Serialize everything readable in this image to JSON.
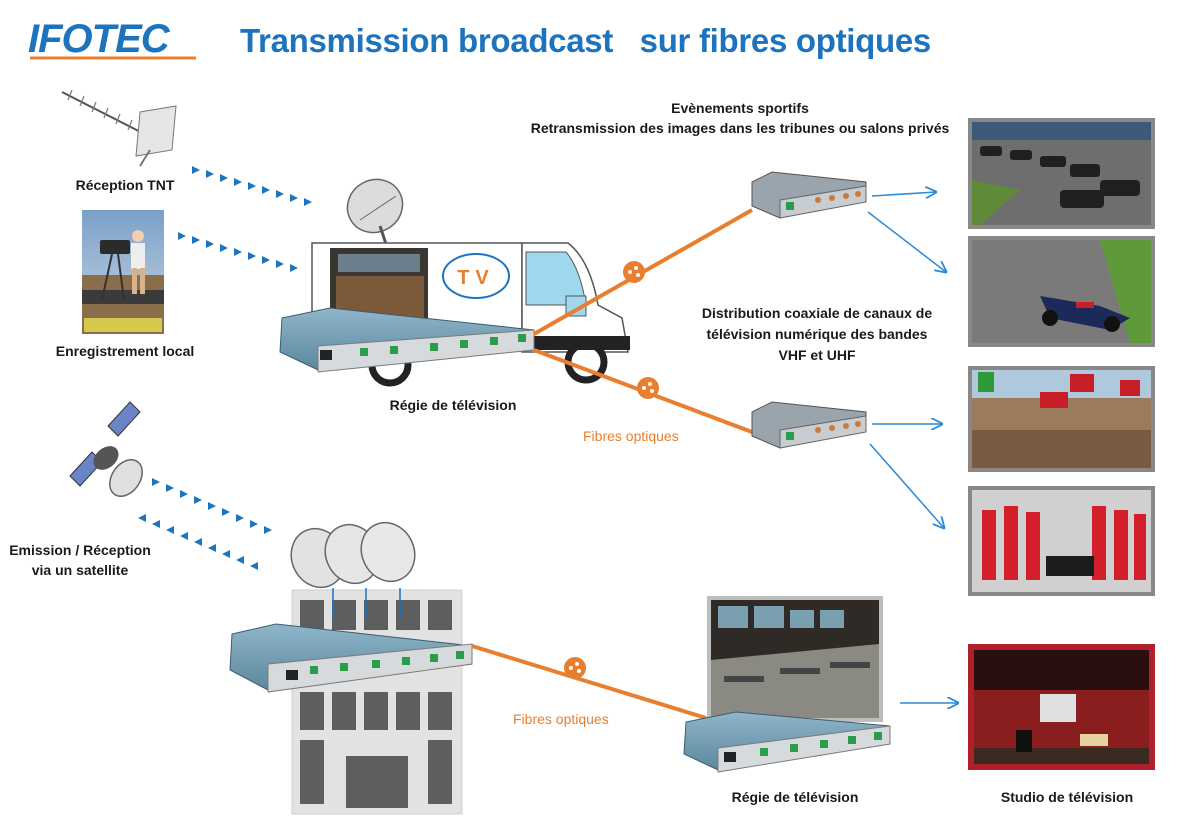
{
  "header": {
    "logo_text": "IFOTEC",
    "title": "Transmission broadcast   sur fibres optiques"
  },
  "labels": {
    "reception_tnt": "Réception TNT",
    "enregistrement_local": "Enregistrement local",
    "regie_top": "Régie de télévision",
    "regie_bottom": "Régie de télévision",
    "emission_line1": "Emission / Réception",
    "emission_line2": "via un satellite",
    "evenements_line1": "Evènements sportifs",
    "evenements_line2": "Retransmission des images dans les tribunes ou salons privés",
    "distribution_line1": "Distribution coaxiale de canaux de",
    "distribution_line2": "télévision numérique des bandes",
    "distribution_line3": "VHF et UHF",
    "fibres_top": "Fibres optiques",
    "fibres_bottom": "Fibres optiques",
    "studio": "Studio de télévision",
    "tv_badge": "TV"
  },
  "colors": {
    "brand_blue": "#1e73be",
    "fiber_orange": "#e87e2e",
    "arrow_blue": "#2a8ad8",
    "equipment_blue": "#6f9bb2",
    "studio_red": "#b0202a"
  }
}
